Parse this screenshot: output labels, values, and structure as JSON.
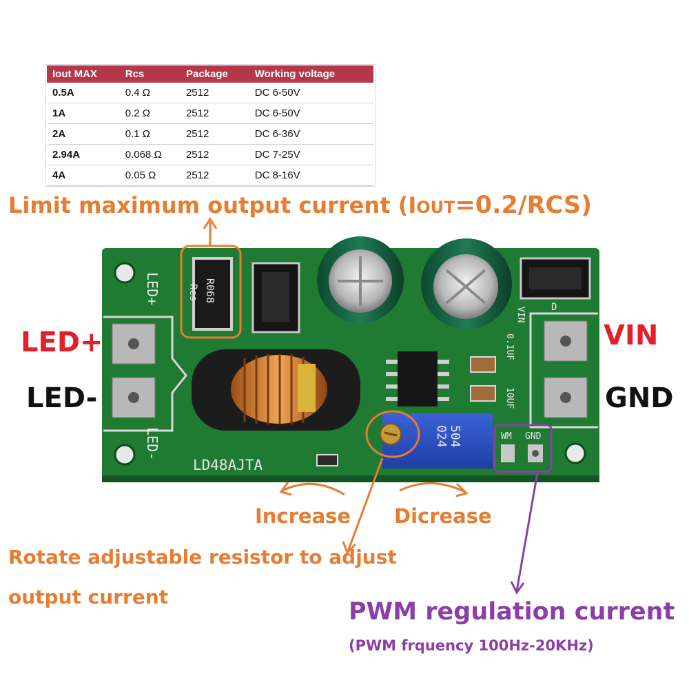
{
  "spec_table": {
    "headers": [
      "Iout MAX",
      "Rcs",
      "Package",
      "Working voltage"
    ],
    "rows": [
      [
        "0.5A",
        "0.4 Ω",
        "2512",
        "DC 6-50V"
      ],
      [
        "1A",
        "0.2 Ω",
        "2512",
        "DC 6-50V"
      ],
      [
        "2A",
        "0.1 Ω",
        "2512",
        "DC 6-36V"
      ],
      [
        "2.94A",
        "0.068 Ω",
        "2512",
        "DC 7-25V"
      ],
      [
        "4A",
        "0.05 Ω",
        "2512",
        "DC 8-16V"
      ]
    ]
  },
  "callouts": {
    "limit_prefix": "Limit maximum output current (I",
    "limit_sub": "OUT",
    "limit_suffix": "=0.2/RCS)",
    "led_plus": "LED+",
    "led_minus": "LED-",
    "vin": "VIN",
    "gnd": "GND",
    "increase": "Increase",
    "decrease": "Dicrease",
    "rotate_line1": "Rotate adjustable resistor to adjust",
    "rotate_line2": "output current",
    "pwm_title": "PWM regulation current",
    "pwm_sub": "(PWM frquency 100Hz-20KHz)"
  },
  "board_labels": {
    "led_plus_silk": "LED+",
    "led_minus_silk": "LED-",
    "model": "LD48AJTA",
    "rcs_silk": "Rcs",
    "resistor_marking": "R068",
    "pot_marking_1": "504",
    "pot_marking_2": "024",
    "pwm_silk": "WM",
    "gnd_silk": "GND",
    "vin_silk": "VIN",
    "cap_silk_1": "0.1UF",
    "cap_silk_2": "10UF",
    "diode_silk": "D"
  },
  "colors": {
    "pcb_green": "#1f7a32",
    "callout_orange": "#e57d32",
    "callout_purple": "#8b3fa6",
    "led_plus_red": "#e0202a",
    "table_header": "#b5384a"
  }
}
